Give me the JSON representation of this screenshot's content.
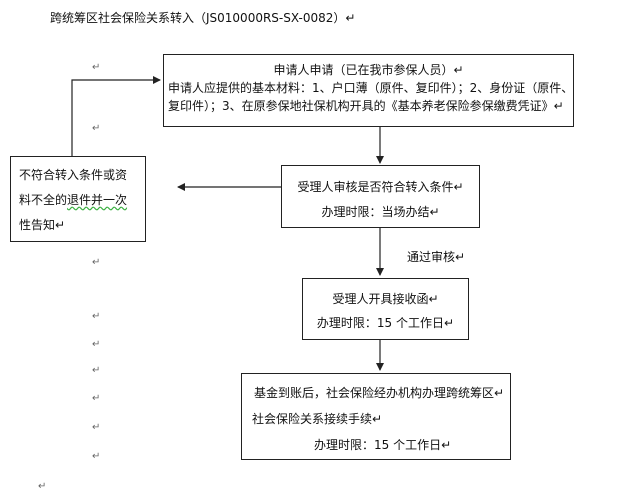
{
  "title": "跨统筹区社会保险关系转入（JS010000RS-SX-0082）↵",
  "para_mark": "↵",
  "box_apply": {
    "line1": "申请人申请（已在我市参保人员）↵",
    "line2": "申请人应提供的基本材料：1、户口薄（原件、复印件）；2、身份证（原件、",
    "line3": "复印件）；3、在原参保地社保机构开具的《基本养老保险参保缴费凭证》↵"
  },
  "box_reject": {
    "line1": "不符合转入条件或资",
    "line2a": "料不全的",
    "line2b": "退件并一次",
    "line3": "性告知↵"
  },
  "box_review": {
    "line1": "受理人审核是否符合转入条件↵",
    "line2": "办理时限：当场办结↵"
  },
  "label_pass": "通过审核↵",
  "box_receipt": {
    "line1": "受理人开具接收函↵",
    "line2": "办理时限：15 个工作日↵"
  },
  "box_final": {
    "line1": "基金到账后，社会保险经办机构办理跨统筹区↵",
    "line2": "社会保险关系接续手续↵",
    "line3": "办理时限：15 个工作日↵"
  }
}
